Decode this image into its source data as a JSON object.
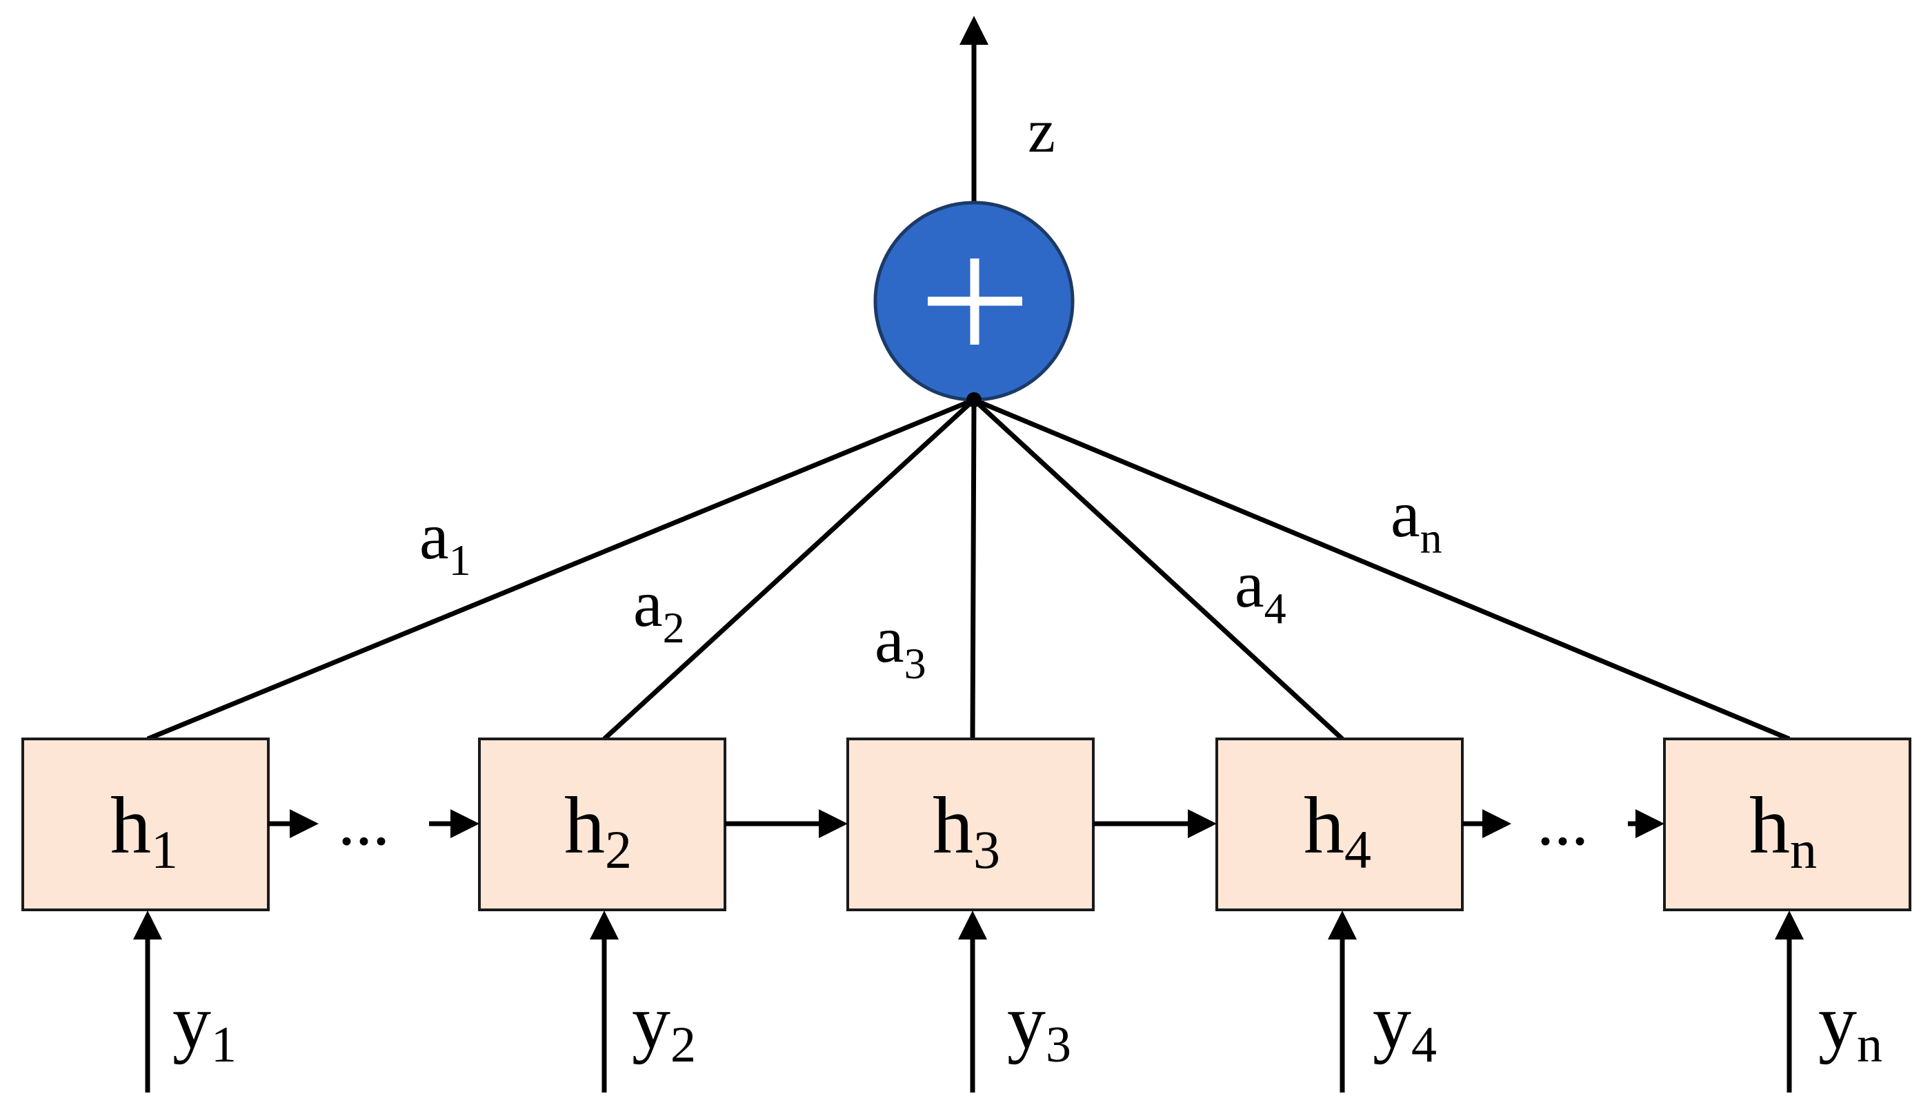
{
  "colors": {
    "node_fill": "#fde6d6",
    "node_stroke": "#2b2b2b",
    "sum_fill": "#2e69c7",
    "sum_stroke": "#1c3a66",
    "sum_symbol": "#ffffff",
    "line": "#000000"
  },
  "output": {
    "label": "z"
  },
  "sum_node": {
    "symbol": "+",
    "icon": "plus-icon"
  },
  "nodes": [
    {
      "base": "h",
      "sub": "1"
    },
    {
      "base": "h",
      "sub": "2"
    },
    {
      "base": "h",
      "sub": "3"
    },
    {
      "base": "h",
      "sub": "4"
    },
    {
      "base": "h",
      "sub": "n"
    }
  ],
  "weights": [
    {
      "base": "a",
      "sub": "1"
    },
    {
      "base": "a",
      "sub": "2"
    },
    {
      "base": "a",
      "sub": "3"
    },
    {
      "base": "a",
      "sub": "4"
    },
    {
      "base": "a",
      "sub": "n"
    }
  ],
  "inputs": [
    {
      "base": "y",
      "sub": "1"
    },
    {
      "base": "y",
      "sub": "2"
    },
    {
      "base": "y",
      "sub": "3"
    },
    {
      "base": "y",
      "sub": "4"
    },
    {
      "base": "y",
      "sub": "n"
    }
  ],
  "ellipsis": [
    "...",
    "..."
  ]
}
